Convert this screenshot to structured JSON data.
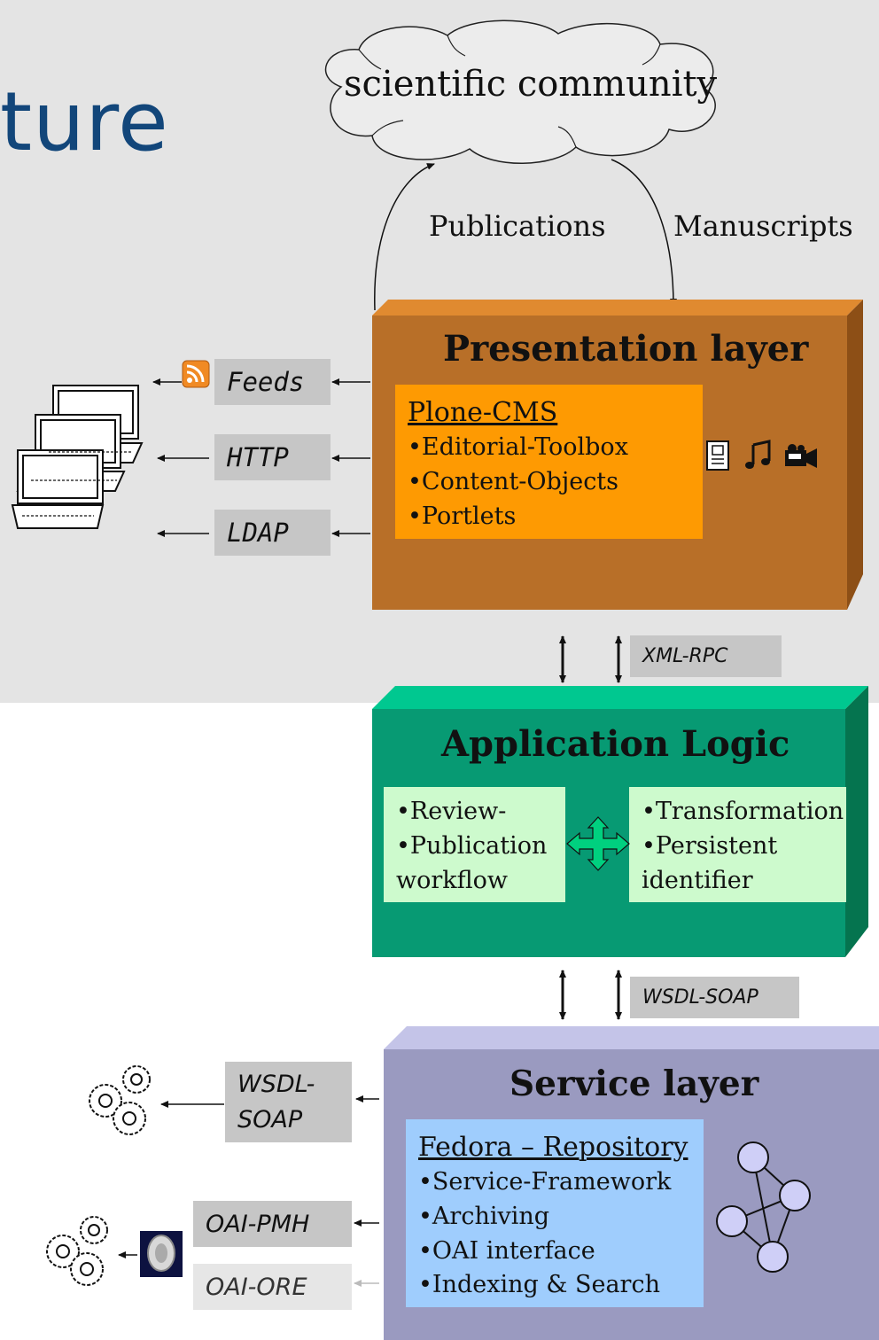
{
  "title_fragment": "ture",
  "cloud": {
    "label": "scientific community"
  },
  "flows": {
    "publications": "Publications",
    "manuscripts": "Manuscripts"
  },
  "presentation": {
    "title": "Presentation layer",
    "box_heading": "Plone-CMS",
    "items": [
      "•Editorial-Toolbox",
      "•Content-Objects",
      "•Portlets"
    ],
    "color": "#b86f28"
  },
  "client_protocols": [
    "Feeds",
    "HTTP",
    "LDAP"
  ],
  "xmlrpc": "XML-RPC",
  "application": {
    "title": "Application Logic",
    "left_items": [
      "•Review-",
      "•Publication",
      "workflow"
    ],
    "right_items": [
      "•Transformation",
      "•Persistent",
      "identifier"
    ],
    "color": "#079a73"
  },
  "wsdl_soap_link": "WSDL-SOAP",
  "service": {
    "title": "Service layer",
    "box_heading": "Fedora – Repository",
    "items": [
      "•Service-Framework",
      "•Archiving",
      "•OAI interface",
      "•Indexing & Search"
    ],
    "color": "#9a9ac0"
  },
  "service_protocols": {
    "wsdl_line1": "WSDL-",
    "wsdl_line2": "SOAP",
    "oai_pmh": "OAI-PMH",
    "oai_ore": "OAI-ORE"
  },
  "icons": [
    "computer-icon",
    "rss-icon",
    "document-icon",
    "music-note-icon",
    "video-camera-icon",
    "gears-icon",
    "network-graph-icon",
    "server-icon",
    "four-way-arrow-icon"
  ]
}
